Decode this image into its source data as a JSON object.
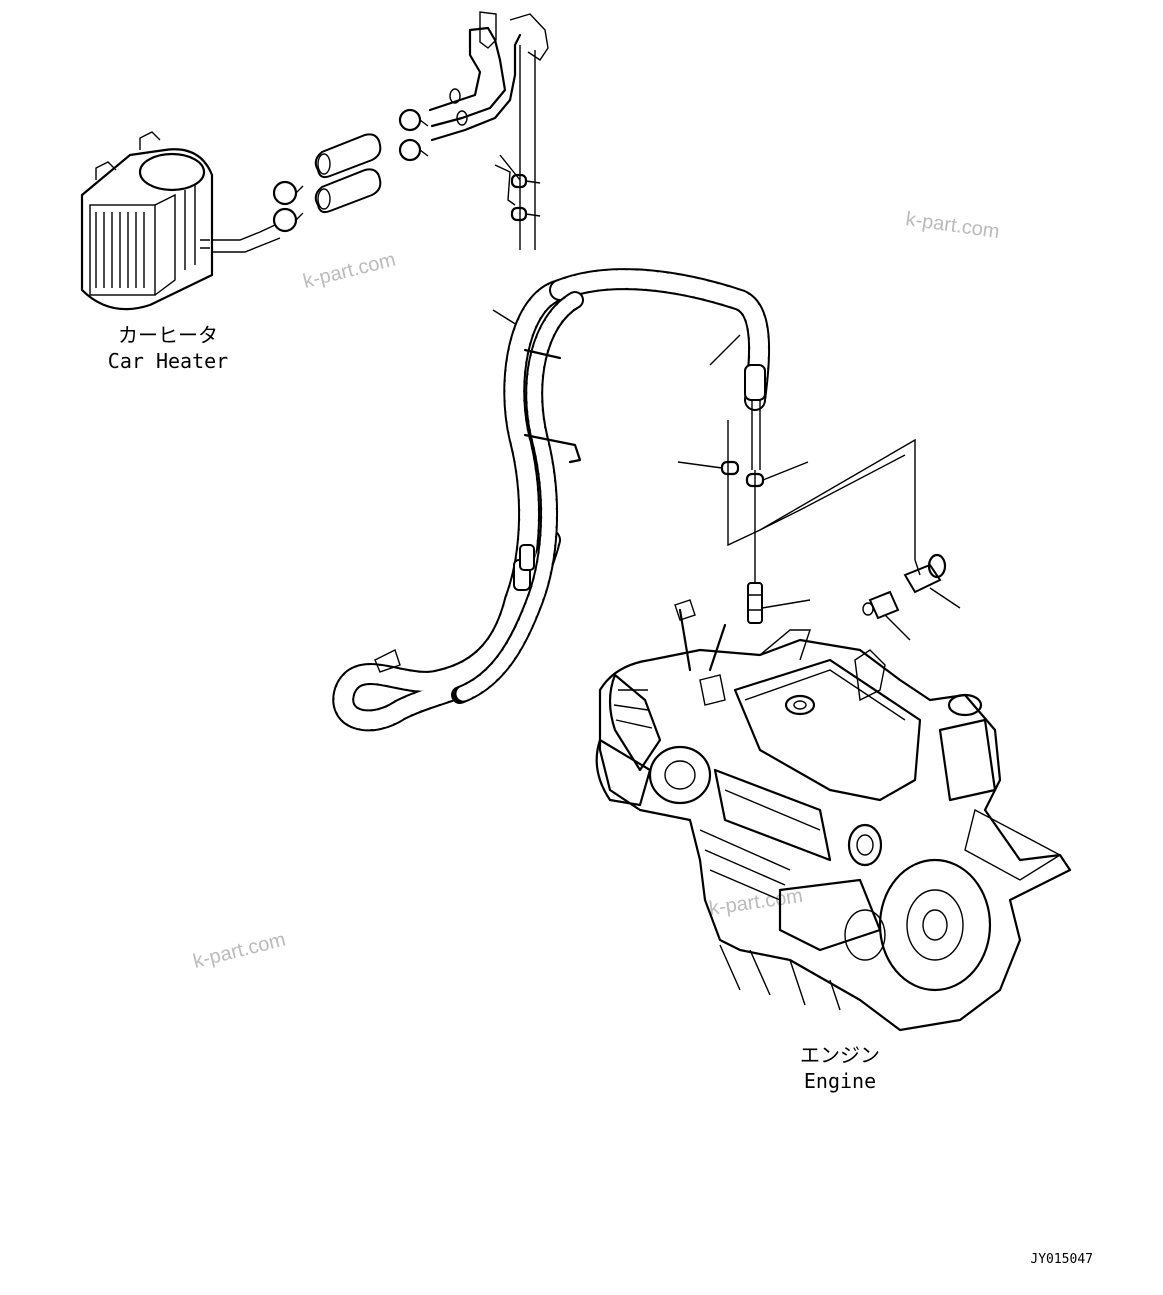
{
  "labels": {
    "car_heater_jp": "カーヒータ",
    "car_heater_en": "Car Heater",
    "engine_jp": "エンジン",
    "engine_en": "Engine",
    "drawing_number": "JY015047"
  },
  "watermarks": {
    "text_1": "k-part.com",
    "text_2": "k-part.com",
    "text_3": "k-part.com",
    "text_4": "k-part.com"
  }
}
